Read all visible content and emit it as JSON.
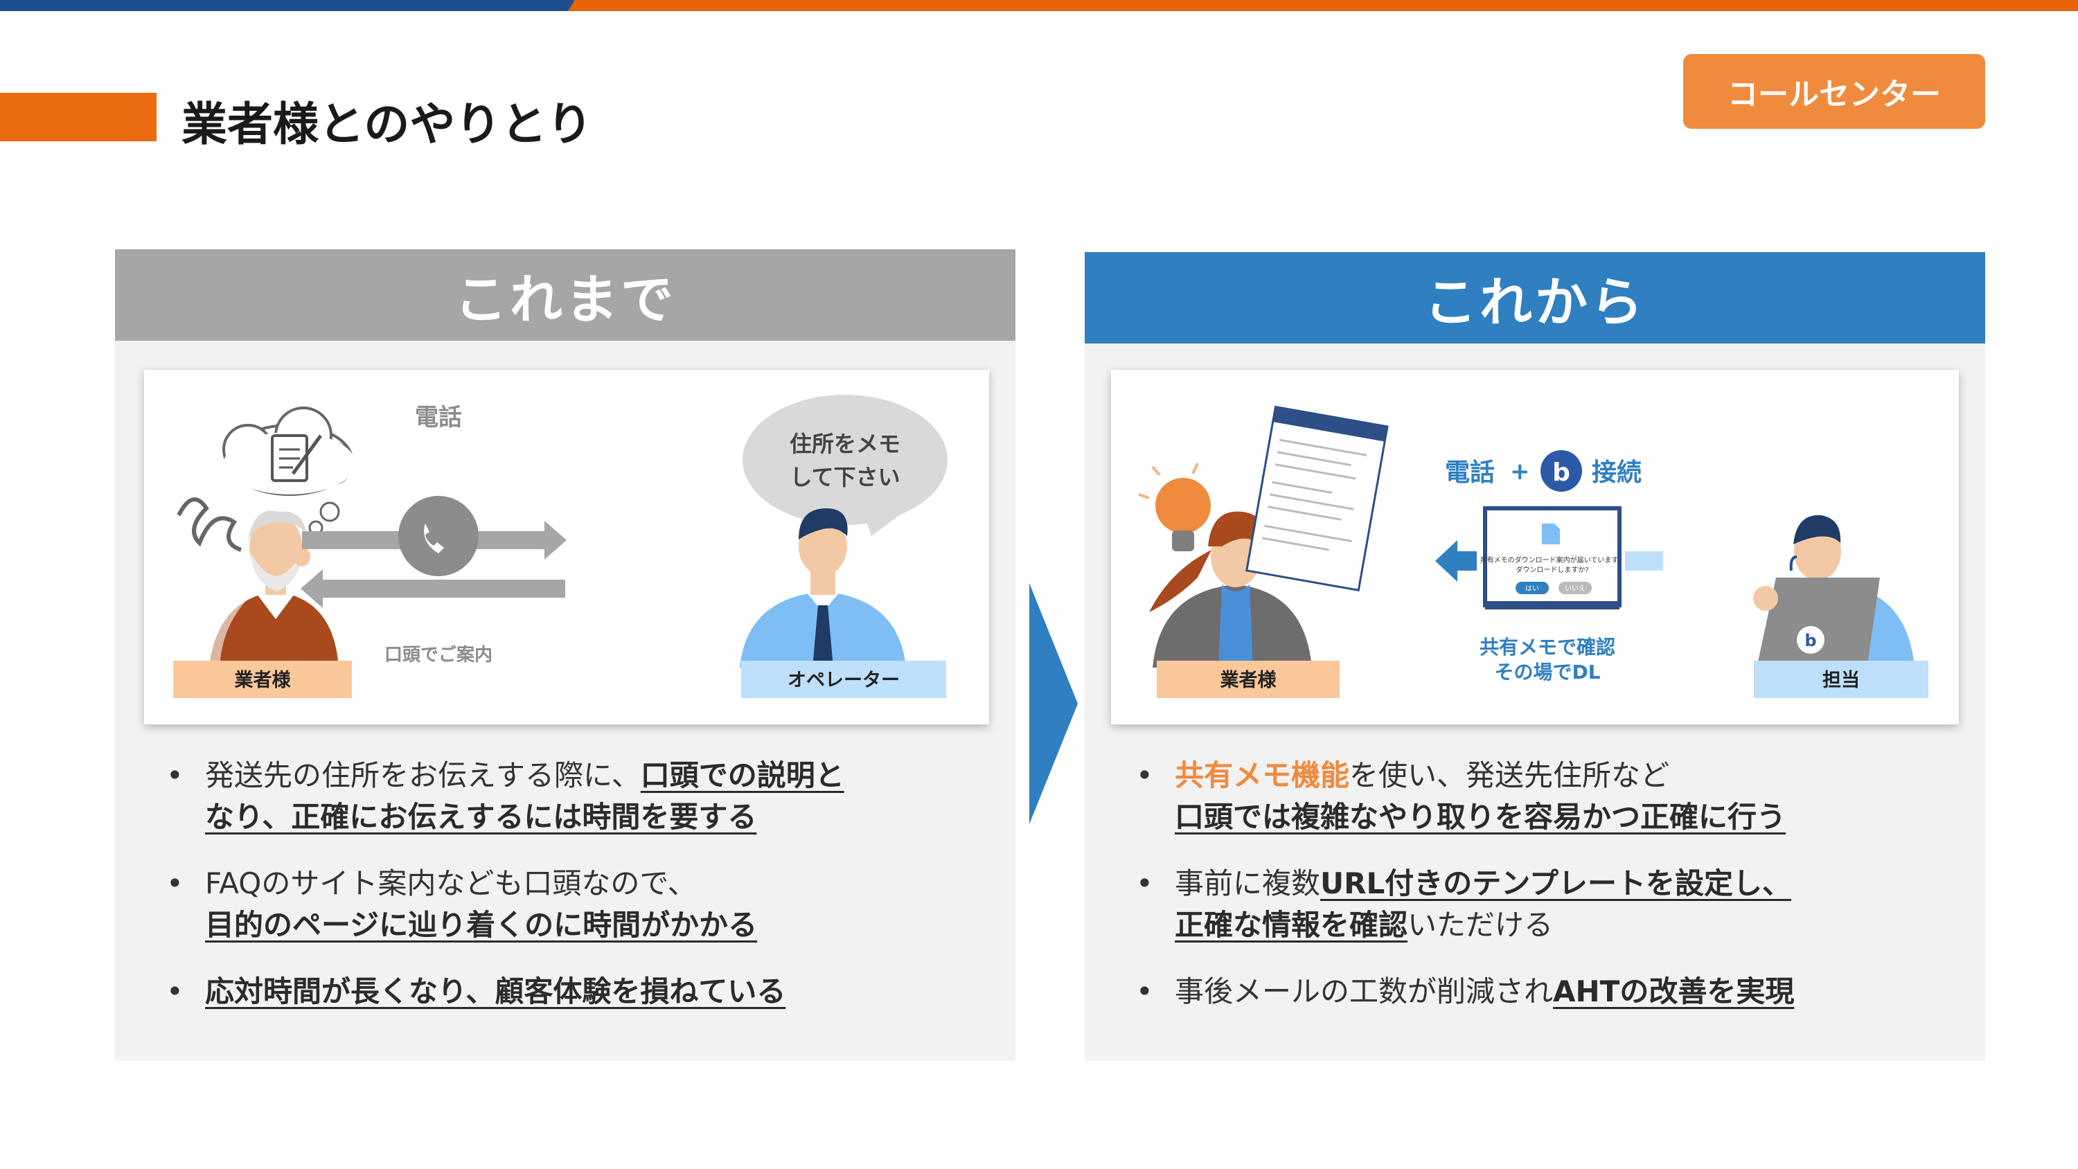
{
  "header": {
    "title": "業者様とのやりとり",
    "badge": "コールセンター"
  },
  "left": {
    "heading": "これまで",
    "illustration": {
      "phone_label": "電話",
      "verbal_label": "口頭でご案内",
      "speech_line1": "住所をメモ",
      "speech_line2": "して下さい",
      "vendor_label": "業者様",
      "operator_label": "オペレーター"
    },
    "bullets": [
      {
        "plain1": "発送先の住所をお伝えする際に、",
        "u1": "口頭での説明と",
        "u2": "なり、正確にお伝えするには時間を要する"
      },
      {
        "plain1": "FAQのサイト案内なども口頭なので、",
        "u2": "目的のページに辿り着くのに時間がかかる"
      },
      {
        "u1": "応対時間が長くなり、顧客体験を損ねている"
      }
    ]
  },
  "right": {
    "heading": "これから",
    "illustration": {
      "call_label": "電話",
      "plus": "+",
      "b_logo": "b",
      "connect_label": "接続",
      "memo_line1": "共有メモで確認",
      "memo_line2": "その場でDL",
      "dialog_text1": "共有メモのダウンロード案内が届いています。",
      "dialog_text2": "ダウンロードしますか?",
      "dialog_yes": "はい",
      "dialog_no": "いいえ",
      "vendor_label": "業者様",
      "staff_label": "担当"
    },
    "bullets": [
      {
        "hl": "共有メモ機能",
        "plain1": "を使い、発送先住所など",
        "u2": "口頭では複雑なやり取りを容易かつ正確に行う"
      },
      {
        "plain1": "事前に複数",
        "u1": "URL付きのテンプレートを設定し、",
        "u2": "正確な情報を確認",
        "plain2": "いただける"
      },
      {
        "plain1": "事後メールの工数が削減され",
        "u1": "AHTの改善を実現"
      }
    ]
  },
  "colors": {
    "accent_orange": "#ea6a10",
    "badge_orange": "#f08a3c",
    "brand_blue": "#2f7fc1",
    "gray_header": "#a6a6a6",
    "panel_bg": "#f2f2f2"
  }
}
